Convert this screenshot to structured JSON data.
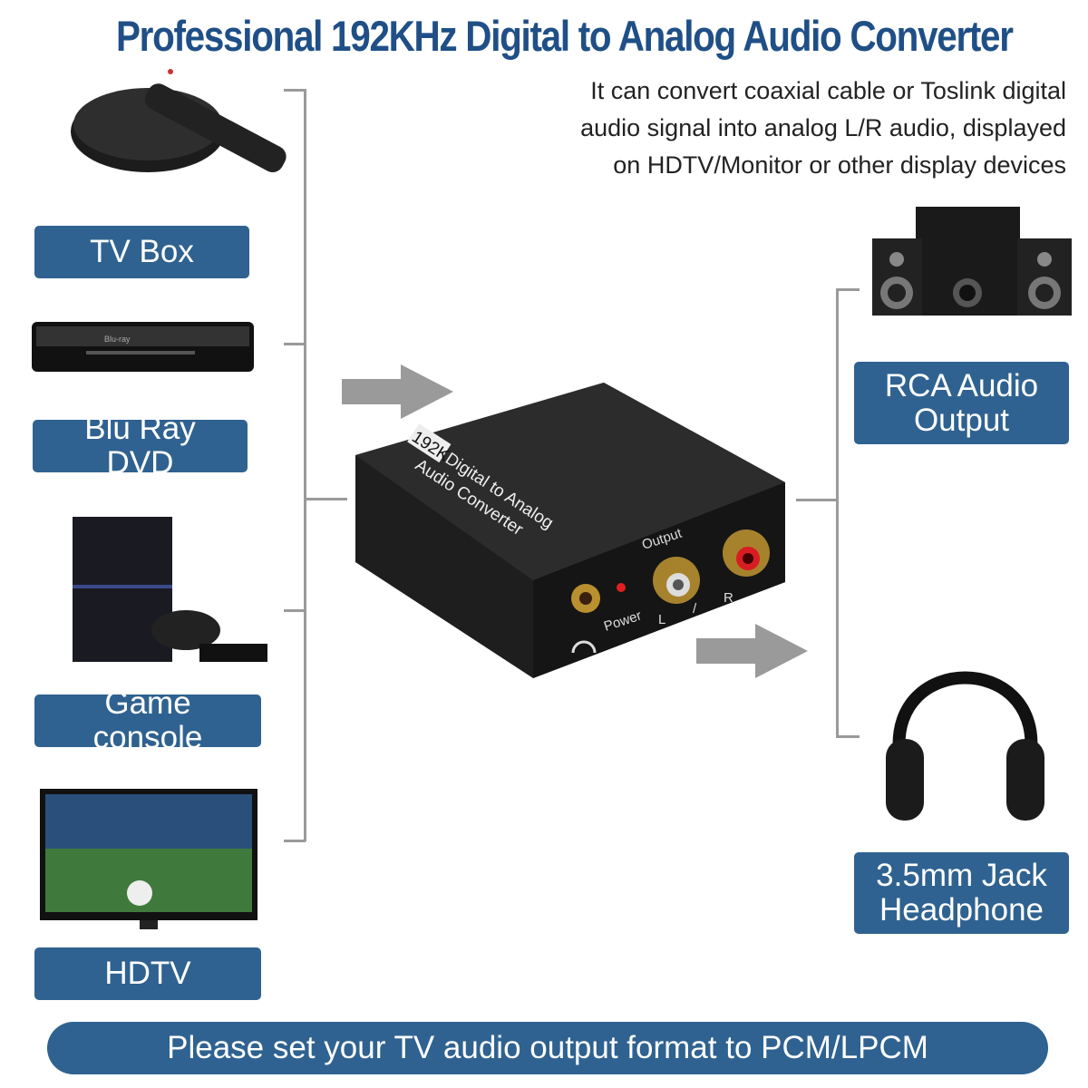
{
  "title": "Professional 192KHz Digital to Analog Audio Converter",
  "description": [
    "It can convert coaxial cable or Toslink digital",
    "audio signal into analog L/R audio, displayed",
    "on HDTV/Monitor or other display devices"
  ],
  "inputs": [
    {
      "label": "TV Box",
      "icon": "tv-box"
    },
    {
      "label": "Blu Ray DVD",
      "icon": "blu-ray-player"
    },
    {
      "label": "Game console",
      "icon": "game-console"
    },
    {
      "label": "HDTV",
      "icon": "hdtv"
    }
  ],
  "outputs": [
    {
      "label": "RCA Audio Output",
      "icon": "speakers"
    },
    {
      "label": "3.5mm Jack Headphone",
      "icon": "headphones"
    }
  ],
  "device": {
    "badge": "192K",
    "line1": "Digital to Analog",
    "line2": "Audio Converter",
    "output": "Output",
    "power": "Power",
    "left": "L",
    "slash": "/",
    "right": "R"
  },
  "banner": "Please set your TV audio output format to PCM/LPCM",
  "colors": {
    "title": "#1f4f86",
    "label_bg": "#2f6290",
    "arrow": "#9a9a9a",
    "rca_red": "#d81c22"
  }
}
